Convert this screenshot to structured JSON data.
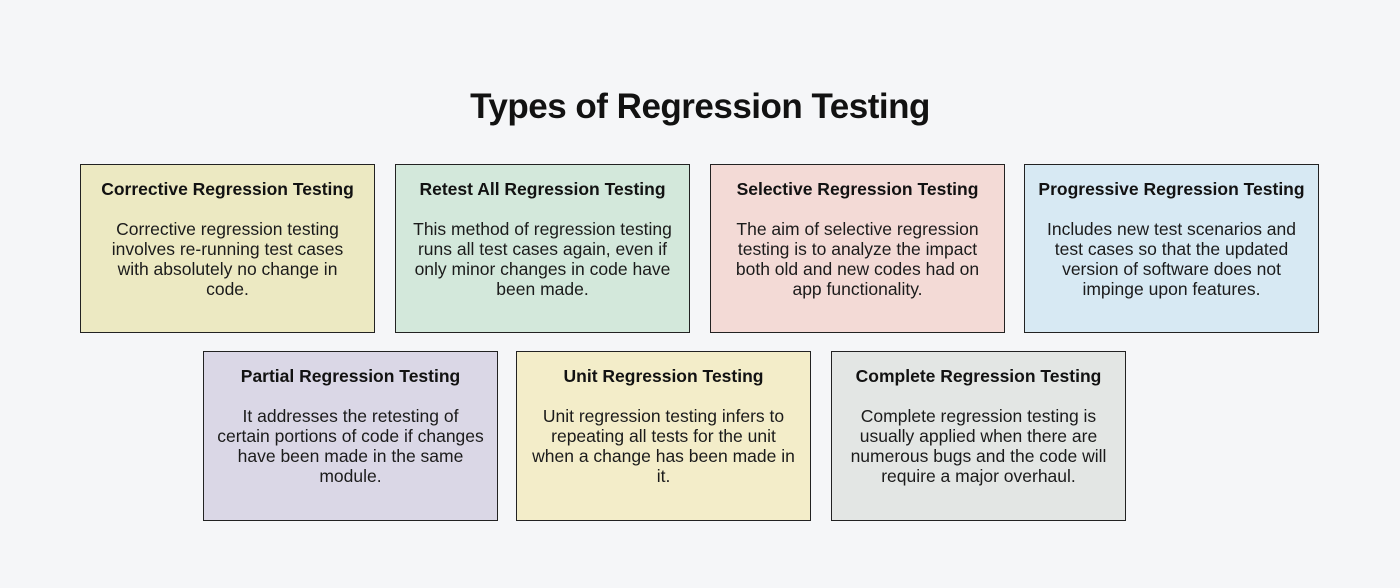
{
  "page": {
    "title": "Types of Regression Testing",
    "background_color": "#f5f6f8",
    "card_border_color": "#222222",
    "text_color": "#161616"
  },
  "cards": [
    {
      "title": "Corrective Regression Testing",
      "body": "Corrective regression testing involves re-running test cases with absolutely no change in code.",
      "bg": "#ece9c2",
      "row": 1
    },
    {
      "title": "Retest All Regression Testing",
      "body": "This method of regression testing runs all test cases again, even if only minor changes in code have been made.",
      "bg": "#d3e8db",
      "row": 1
    },
    {
      "title": "Selective Regression Testing",
      "body": "The aim of selective regression testing is to analyze the impact both old and new codes had on app functionality.",
      "bg": "#f3dad6",
      "row": 1
    },
    {
      "title": "Progressive Regression Testing",
      "body": "Includes new test scenarios and test cases so that the updated version of software does not impinge upon features.",
      "bg": "#d7e9f3",
      "row": 1
    },
    {
      "title": "Partial Regression Testing",
      "body": "It addresses the retesting of certain portions of code if changes have been made in the same module.",
      "bg": "#dad7e6",
      "row": 2
    },
    {
      "title": "Unit Regression Testing",
      "body": "Unit regression testing infers to repeating all tests for the unit when a change has been made in it.",
      "bg": "#f3edc9",
      "row": 2
    },
    {
      "title": "Complete Regression Testing",
      "body": "Complete regression testing is usually applied when there are numerous bugs and the code will require a major overhaul.",
      "bg": "#e3e6e4",
      "row": 2
    }
  ]
}
